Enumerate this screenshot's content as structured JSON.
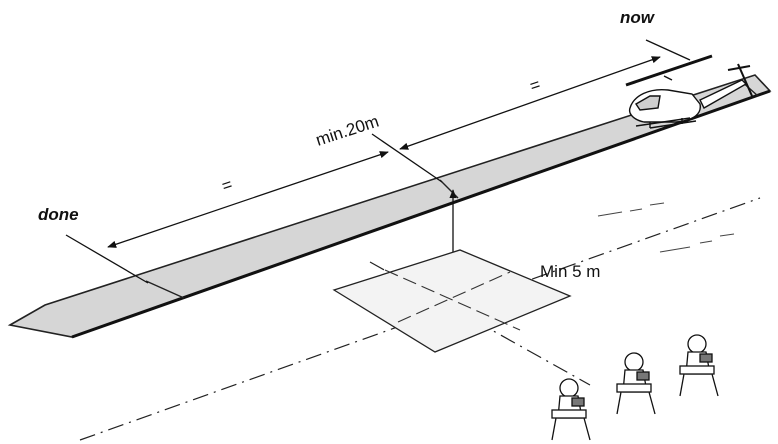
{
  "labels": {
    "now": "now",
    "done": "done",
    "min_20m": "min.20m",
    "min_5m": "Min 5 m",
    "equal_left": "=",
    "equal_right": "="
  }
}
